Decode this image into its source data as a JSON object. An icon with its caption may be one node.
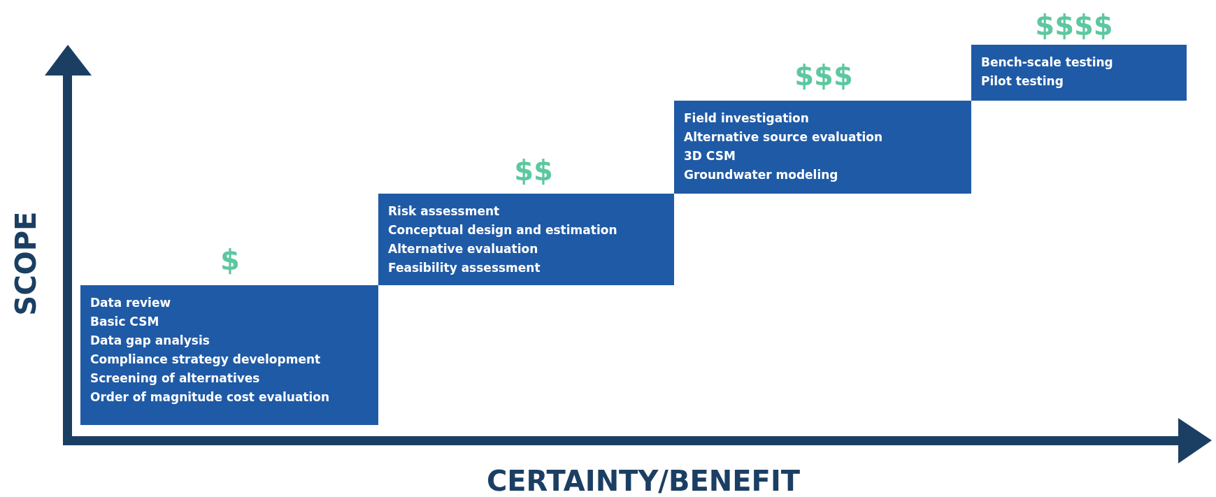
{
  "diagram": {
    "nodes": [
      {
        "text": [
          "Data review",
          "Basic CSM",
          "Data gap analysis",
          "Compliance strategy development",
          "Screening of alternatives",
          "Order of magnitude cost evaluation"
        ],
        "beside": [
          "$"
        ]
      },
      {
        "text": [
          "Risk assessment",
          "Conceptual design and estimation",
          "Alternative evaluation",
          "Feasibility assessment"
        ],
        "beside": [
          "$$"
        ]
      },
      {
        "text": [
          "Field investigation",
          "Alternative source evaluation",
          "3D CSM",
          "Groundwater modeling"
        ],
        "beside": [
          "$$$"
        ]
      },
      {
        "text": [
          "Bench-scale testing",
          "Pilot testing"
        ],
        "beside": [
          "$$$$"
        ]
      }
    ],
    "edges": [],
    "labels": [
      "SCOPE",
      "CERTAINTY/BENEFIT"
    ]
  }
}
